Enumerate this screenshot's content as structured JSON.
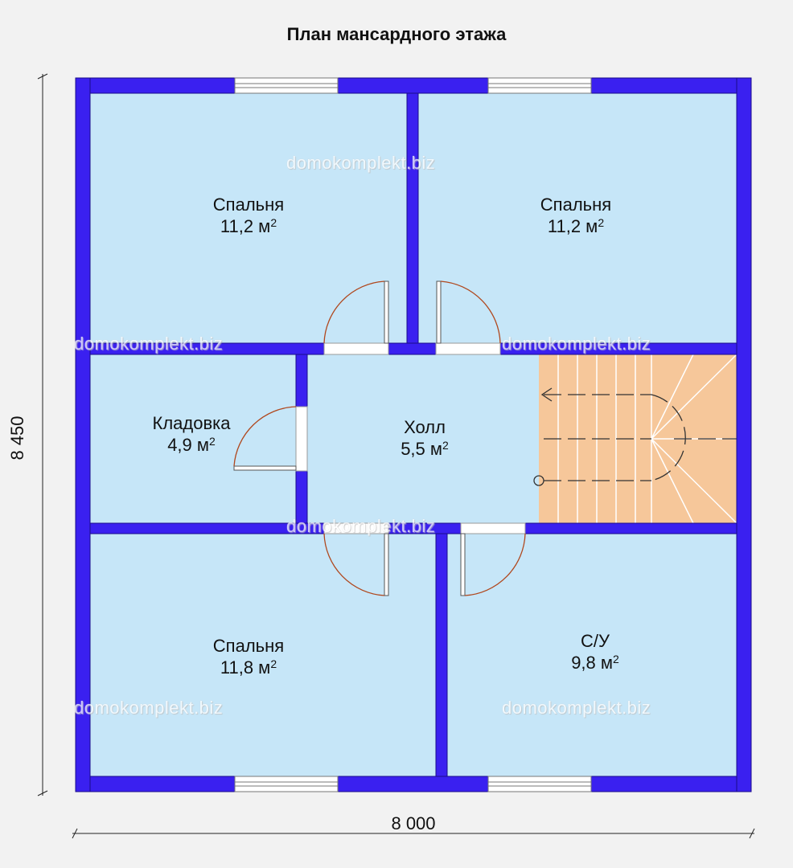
{
  "title": "План мансардного этажа",
  "rooms": [
    {
      "name": "Спальня",
      "area": "11,2 м",
      "sup": "2"
    },
    {
      "name": "Спальня",
      "area": "11,2 м",
      "sup": "2"
    },
    {
      "name": "Кладовка",
      "area": "4,9 м",
      "sup": "2"
    },
    {
      "name": "Холл",
      "area": "5,5 м",
      "sup": "2"
    },
    {
      "name": "Спальня",
      "area": "11,8 м",
      "sup": "2"
    },
    {
      "name": "С/У",
      "area": "9,8 м",
      "sup": "2"
    }
  ],
  "dimensions": {
    "height": "8 450",
    "width": "8 000"
  },
  "watermark": "domokomplekt.biz",
  "colors": {
    "background": "#f2f2f2",
    "wall": "#3a20f0",
    "room_fill": "#c6e6f8",
    "stairs": "#f6c79a",
    "door": "#b0481e"
  }
}
